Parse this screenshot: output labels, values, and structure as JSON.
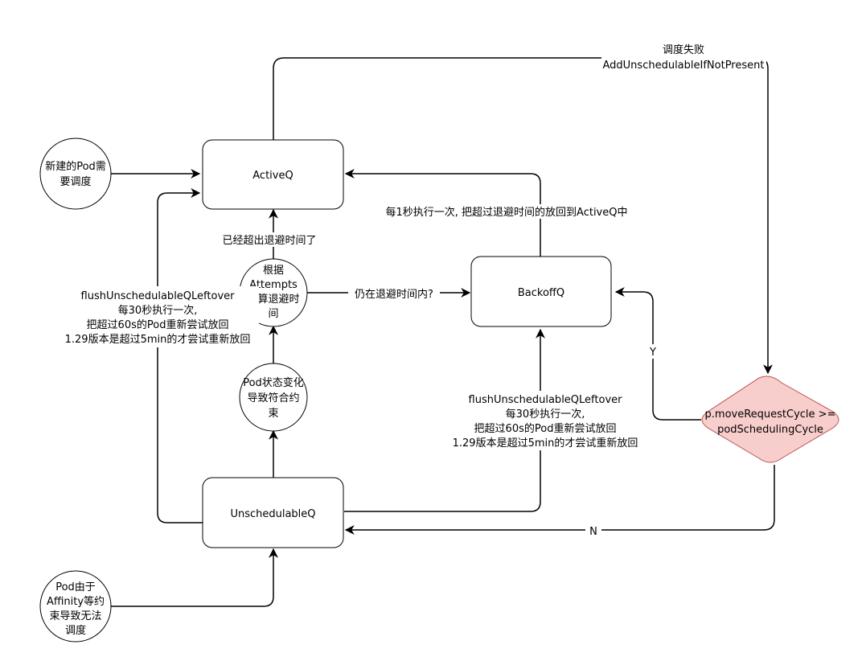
{
  "nodes": {
    "activeq": "ActiveQ",
    "backoffq": "BackoffQ",
    "unschedulableq": "UnschedulableQ",
    "new_pod": [
      "新建的Pod需",
      "要调度"
    ],
    "calc_backoff": [
      "根据",
      "Attempts",
      "计算退避时",
      "间"
    ],
    "pod_status_change": [
      "Pod状态变化",
      "导致符合约",
      "束"
    ],
    "pod_unschedulable": [
      "Pod由于",
      "Affinity等约",
      "束导致无法",
      "调度"
    ],
    "decision": [
      "p.moveRequestCycle >=",
      "podSchedulingCycle"
    ]
  },
  "edges": {
    "schedule_fail": [
      "调度失败",
      "AddUnschedulableIfNotPresent"
    ],
    "backoff_to_active": "每1秒执行一次, 把超过退避时间的放回到ActiveQ中",
    "backoff_expired": "已经超出退避时间了",
    "still_in_backoff": "仍在退避时间内?",
    "flush_left": [
      "flushUnschedulableQLeftover",
      "每30秒执行一次,",
      "把超过60s的Pod重新尝试放回",
      "1.29版本是超过5min的才尝试重新放回"
    ],
    "flush_right": [
      "flushUnschedulableQLeftover",
      "每30秒执行一次,",
      "把超过60s的Pod重新尝试放回",
      "1.29版本是超过5min的才尝试重新放回"
    ],
    "yes": "Y",
    "no": "N"
  },
  "colors": {
    "decision_fill": "#f8cecc",
    "decision_stroke": "#b85450",
    "line": "#000000"
  }
}
